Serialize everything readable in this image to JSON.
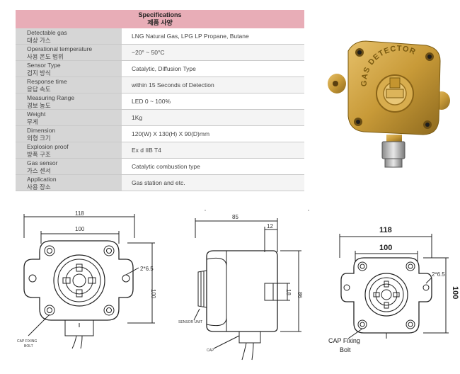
{
  "spec": {
    "title_en": "Specifications",
    "title_ko": "제품 사양",
    "rows": [
      {
        "en": "Detectable gas",
        "ko": "대상 가스",
        "value": "LNG Natural Gas, LPG LP Propane, Butane"
      },
      {
        "en": "Operational temperature",
        "ko": "사용 온도 범위",
        "value": "−20° ~ 50°C"
      },
      {
        "en": "Sensor Type",
        "ko": "검지 방식",
        "value": "Catalytic, Diffusion Type"
      },
      {
        "en": "Response time",
        "ko": "응답 속도",
        "value": "within 15 Seconds of Detection"
      },
      {
        "en": "Measuring Range",
        "ko": "경보 농도",
        "value": "LED 0 ~ 100%"
      },
      {
        "en": "Weight",
        "ko": "무게",
        "value": "1Kg"
      },
      {
        "en": "Dimension",
        "ko": "외형 크기",
        "value": "120(W) X 130(H) X 90(D)mm"
      },
      {
        "en": "Explosion proof",
        "ko": "방폭 구조",
        "value": "Ex d IIB T4"
      },
      {
        "en": "Gas sensor",
        "ko": "가스 센서",
        "value": "Catalytic combustion type"
      },
      {
        "en": "Application",
        "ko": "사용 장소",
        "value": "Gas station and etc."
      }
    ]
  },
  "photo": {
    "label": "GAS DETECTOR",
    "label_color": "#7a5a10",
    "body_color": "#c89a38"
  },
  "drawing_front": {
    "dim_outer": "118",
    "dim_inner": "100",
    "dim_height": "100",
    "bolt_note": "2*6.5",
    "cap_label_line1": "CAP FIXING",
    "cap_label_line2": "BOLT"
  },
  "drawing_side": {
    "dim_depth": "85",
    "dim_small": "12",
    "dim_height": "86",
    "dim_window": "18",
    "sensor_label": "SENSOR UNIT",
    "cap_label": "CAP"
  },
  "drawing_right": {
    "dim_outer": "118",
    "dim_inner": "100",
    "dim_height": "100",
    "bolt_note": "2*6.5",
    "cap_label_line1": "CAP Fixing",
    "cap_label_line2": "Bolt"
  }
}
